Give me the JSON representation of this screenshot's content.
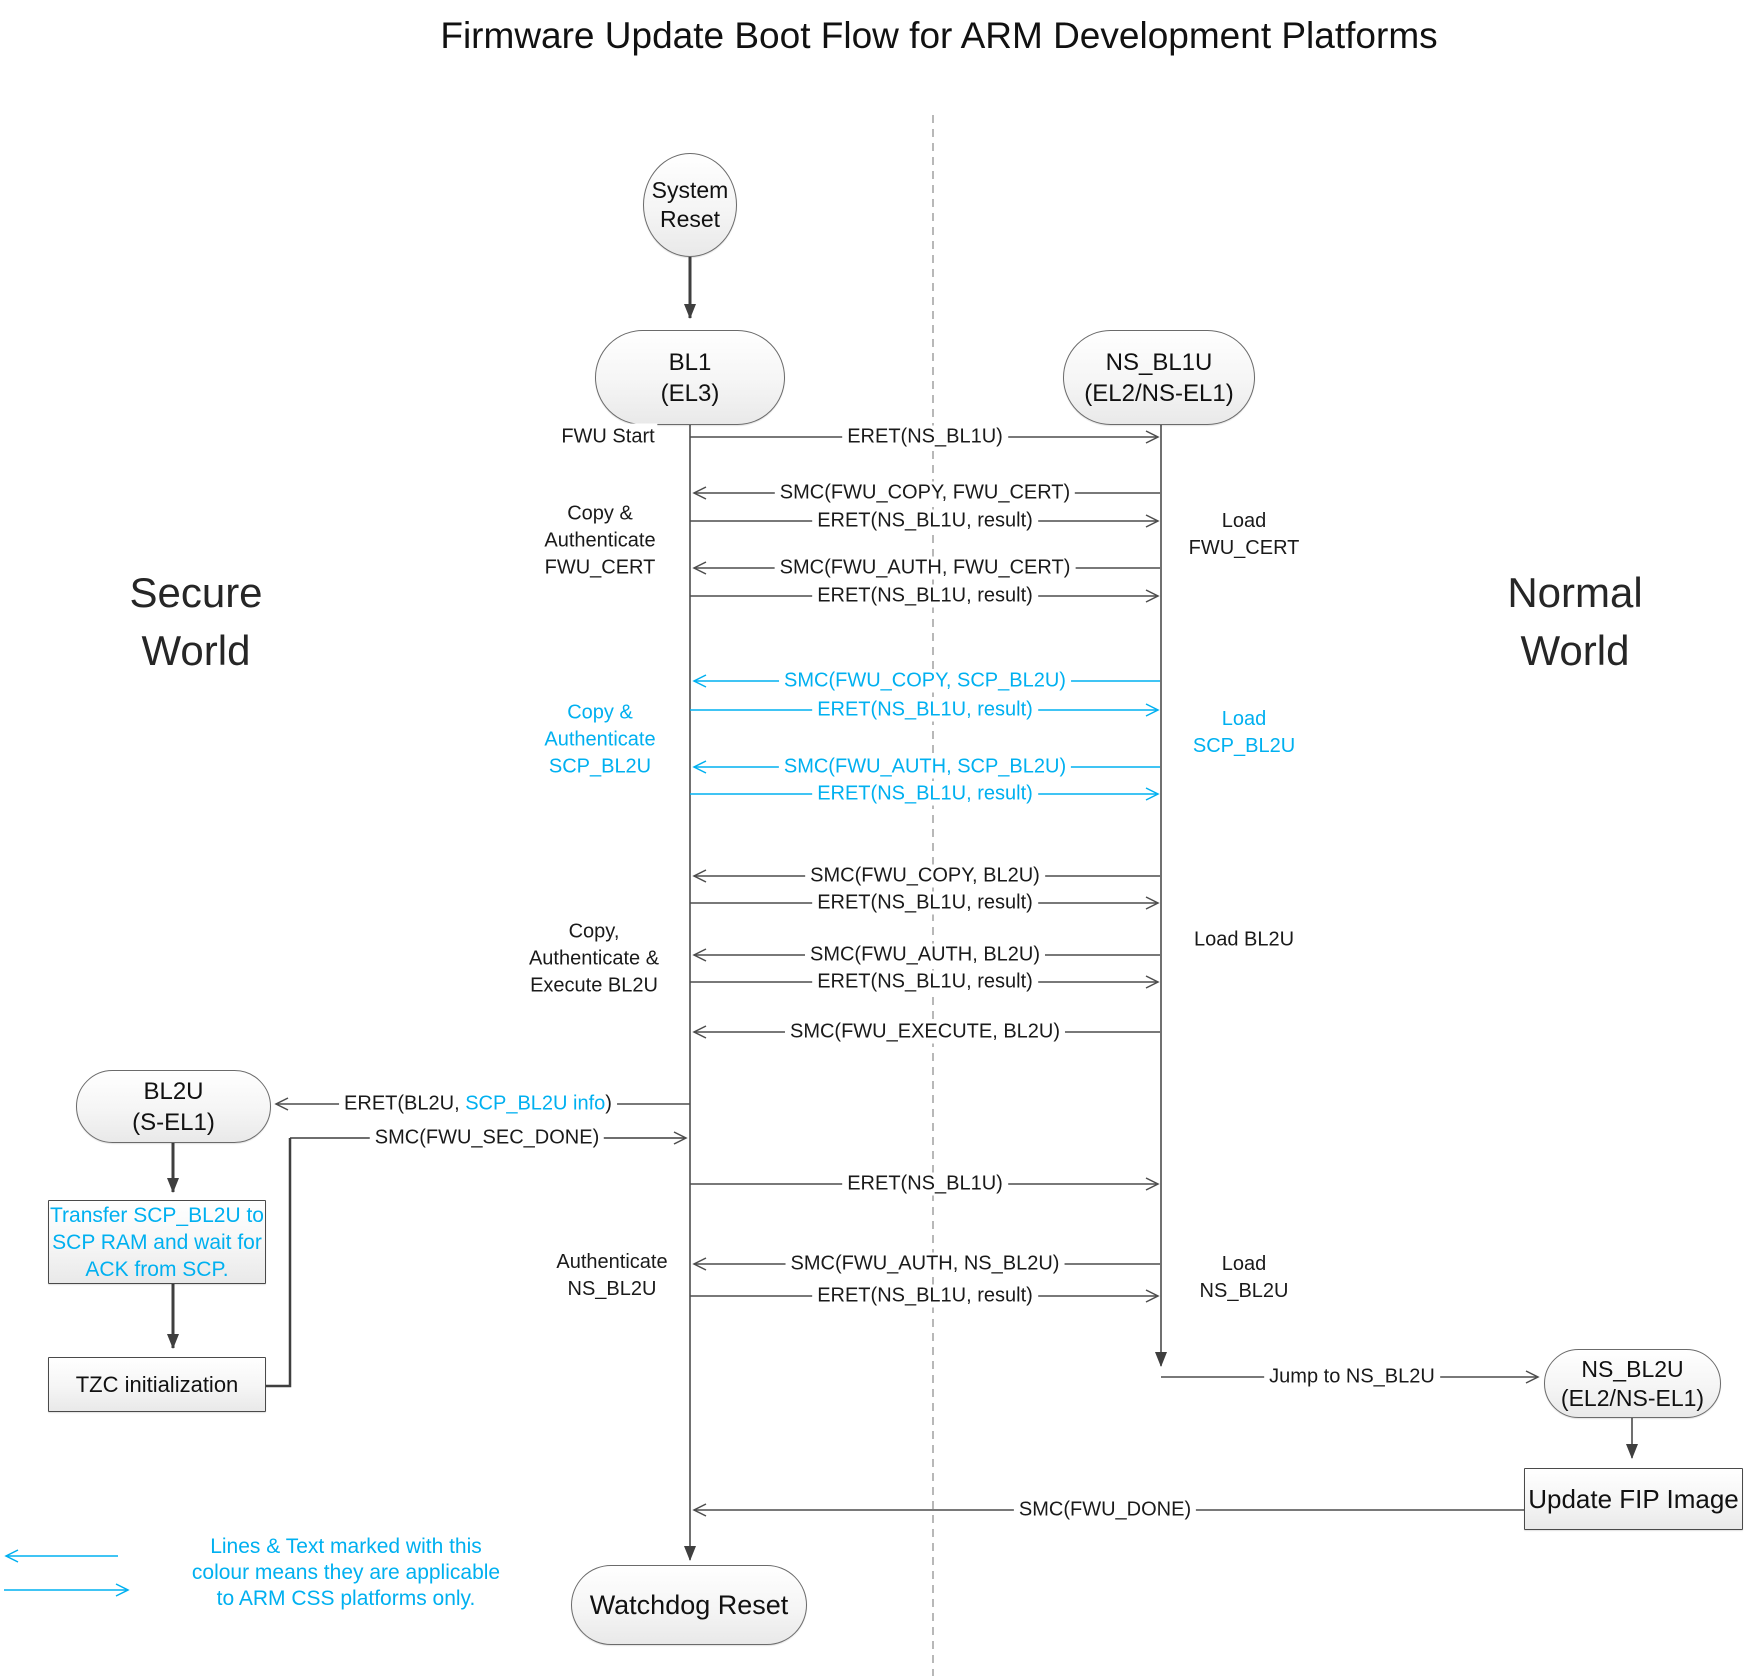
{
  "title": "Firmware Update Boot Flow for ARM Development Platforms",
  "worlds": {
    "secure": {
      "line1": "Secure",
      "line2": "World"
    },
    "normal": {
      "line1": "Normal",
      "line2": "World"
    }
  },
  "colors": {
    "accent_blue": "#00B0F0",
    "line_dark": "#4d4d4d",
    "node_border": "#6b6b6b"
  },
  "nodes": {
    "system_reset": {
      "line1": "System",
      "line2": "Reset"
    },
    "bl1": {
      "line1": "BL1",
      "line2": "(EL3)"
    },
    "ns_bl1u": {
      "line1": "NS_BL1U",
      "line2": "(EL2/NS-EL1)"
    },
    "bl2u": {
      "line1": "BL2U",
      "line2": "(S-EL1)"
    },
    "ns_bl2u": {
      "line1": "NS_BL2U",
      "line2": "(EL2/NS-EL1)"
    },
    "transfer_scp": {
      "line1": "Transfer SCP_BL2U to",
      "line2": "SCP RAM and wait for",
      "line3": "ACK from SCP."
    },
    "tzc": {
      "text": "TZC initialization"
    },
    "update_fip": {
      "text": "Update FIP Image"
    },
    "watchdog": {
      "text": "Watchdog Reset"
    }
  },
  "messages": {
    "eret_ns_bl1u": "ERET(NS_BL1U)",
    "eret_result": "ERET(NS_BL1U, result)",
    "smc_copy_fwu_cert": "SMC(FWU_COPY, FWU_CERT)",
    "smc_auth_fwu_cert": "SMC(FWU_AUTH, FWU_CERT)",
    "smc_copy_scp_bl2u": "SMC(FWU_COPY, SCP_BL2U)",
    "smc_auth_scp_bl2u": "SMC(FWU_AUTH, SCP_BL2U)",
    "smc_copy_bl2u": "SMC(FWU_COPY, BL2U)",
    "smc_auth_bl2u": "SMC(FWU_AUTH, BL2U)",
    "smc_execute_bl2u": "SMC(FWU_EXECUTE, BL2U)",
    "eret_bl2u_prefix": "ERET(BL2U, ",
    "eret_bl2u_blue": "SCP_BL2U info",
    "eret_bl2u_suffix": ")",
    "smc_sec_done": "SMC(FWU_SEC_DONE)",
    "smc_auth_ns_bl2u": "SMC(FWU_AUTH, NS_BL2U)",
    "jump_ns_bl2u": "Jump to NS_BL2U",
    "smc_done": "SMC(FWU_DONE)"
  },
  "side_labels": {
    "fwu_start": "FWU Start",
    "copy_auth_fwu_cert": [
      "Copy &",
      "Authenticate",
      "FWU_CERT"
    ],
    "copy_auth_scp_bl2u": [
      "Copy &",
      "Authenticate",
      "SCP_BL2U"
    ],
    "copy_auth_exec_bl2u": [
      "Copy,",
      "Authenticate &",
      "Execute BL2U"
    ],
    "auth_ns_bl2u": [
      "Authenticate",
      "NS_BL2U"
    ],
    "load_fwu_cert": [
      "Load",
      "FWU_CERT"
    ],
    "load_scp_bl2u": [
      "Load",
      "SCP_BL2U"
    ],
    "load_bl2u": "Load BL2U",
    "load_ns_bl2u": [
      "Load",
      "NS_BL2U"
    ]
  },
  "legend": {
    "line1": "Lines & Text marked with this",
    "line2": "colour means they are applicable",
    "line3": "to ARM CSS platforms only."
  }
}
